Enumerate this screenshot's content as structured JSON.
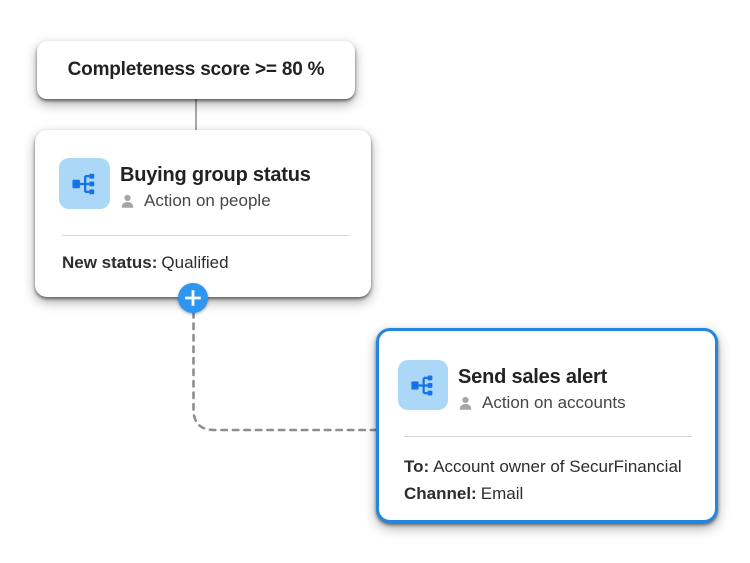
{
  "page": {
    "background": "#ffffff",
    "type": "journey-workflow-canvas"
  },
  "colors": {
    "selected_border": "#2287DF",
    "node_icon_bg": "#ABD8F7",
    "node_icon_glyph": "#1473E6",
    "plus_button": "#2E95F0",
    "connector": "#8E8E8E",
    "title_text": "#222222",
    "subtitle_text": "#464646",
    "body_text": "#2D2D2D",
    "divider": "#D5D5D5",
    "person_icon": "#A5A5A5"
  },
  "icons": {
    "node_type": "org-chart-icon",
    "audience": "person-icon",
    "add": "plus-icon"
  },
  "nodes": {
    "condition": {
      "title": "Completeness score >= 80 %"
    },
    "buying_group_status": {
      "title": "Buying group status",
      "subtitle": "Action on people",
      "fields": [
        {
          "label": "New status:",
          "value": "Qualified"
        }
      ]
    },
    "send_sales_alert": {
      "title": "Send sales alert",
      "subtitle": "Action on accounts",
      "selected": true,
      "fields": [
        {
          "label": "To:",
          "value": "Account owner of SecurFinancial"
        },
        {
          "label": "Channel:",
          "value": "Email"
        }
      ]
    }
  }
}
